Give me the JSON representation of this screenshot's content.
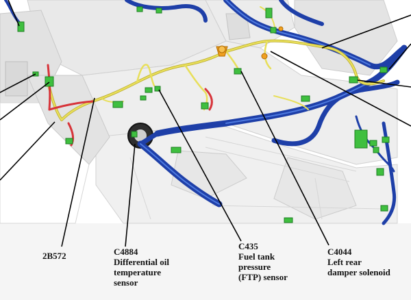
{
  "colors": {
    "harness_main": "#1e3fa8",
    "harness_main_highlight": "#4f7be0",
    "harness_branch": "#e8df5a",
    "harness_branch_edge": "#b8a82a",
    "harness_red": "#d7343a",
    "connector": "#3fbf3f",
    "connector_dark": "#1d7d22",
    "orange_fitting": "#f0a020",
    "leader_line": "#000000",
    "body_panel": "#e6e6e6",
    "body_panel_shadow": "#c8c8c8",
    "background": "#ffffff",
    "footer_background": "#f5f5f5",
    "label_text": "#111111"
  },
  "callouts": [
    {
      "id": "2B572",
      "lines": [
        "2B572"
      ]
    },
    {
      "id": "C4884",
      "lines": [
        "C4884",
        "Differential oil",
        "temperature",
        "sensor"
      ]
    },
    {
      "id": "C435",
      "lines": [
        "C435",
        "Fuel tank",
        "pressure",
        "(FTP) sensor"
      ]
    },
    {
      "id": "C4044",
      "lines": [
        "C4044",
        "Left rear",
        "damper solenoid"
      ]
    }
  ]
}
